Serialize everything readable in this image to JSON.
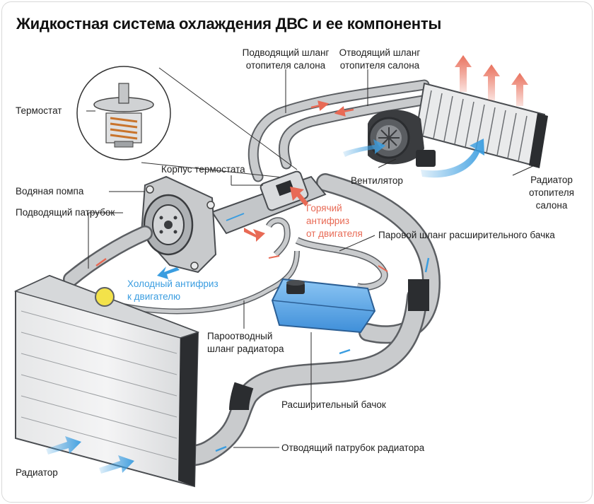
{
  "title": "Жидкостная система охлаждения ДВС и ее компоненты",
  "colors": {
    "hot": "#e86a55",
    "cold": "#3a9de0",
    "hose": "#c9cbcd",
    "hose_outline": "#5c5f63",
    "metal": "#b5b8bb",
    "tank": "#4a9fe6"
  },
  "labels": {
    "heater_inlet_hose": [
      "Подводящий шланг",
      "отопителя салона"
    ],
    "heater_outlet_hose": [
      "Отводящий шланг",
      "отопителя салона"
    ],
    "thermostat": "Термостат",
    "thermostat_housing": "Корпус термостата",
    "water_pump": "Водяная помпа",
    "inlet_pipe": "Подводящий патрубок",
    "fan": "Вентилятор",
    "heater_radiator": [
      "Радиатор",
      "отопителя",
      "салона"
    ],
    "hot_antifreeze": [
      "Горячий",
      "антифриз",
      "от двигателя"
    ],
    "steam_hose_tank": "Паровой шланг расширительного бачка",
    "cold_antifreeze": [
      "Холодный антифриз",
      "к двигателю"
    ],
    "steam_hose_radiator": [
      "Пароотводный",
      "шланг радиатора"
    ],
    "expansion_tank": "Расширительный бачок",
    "radiator_outlet_pipe": "Отводящий патрубок радиатора",
    "radiator": "Радиатор"
  }
}
